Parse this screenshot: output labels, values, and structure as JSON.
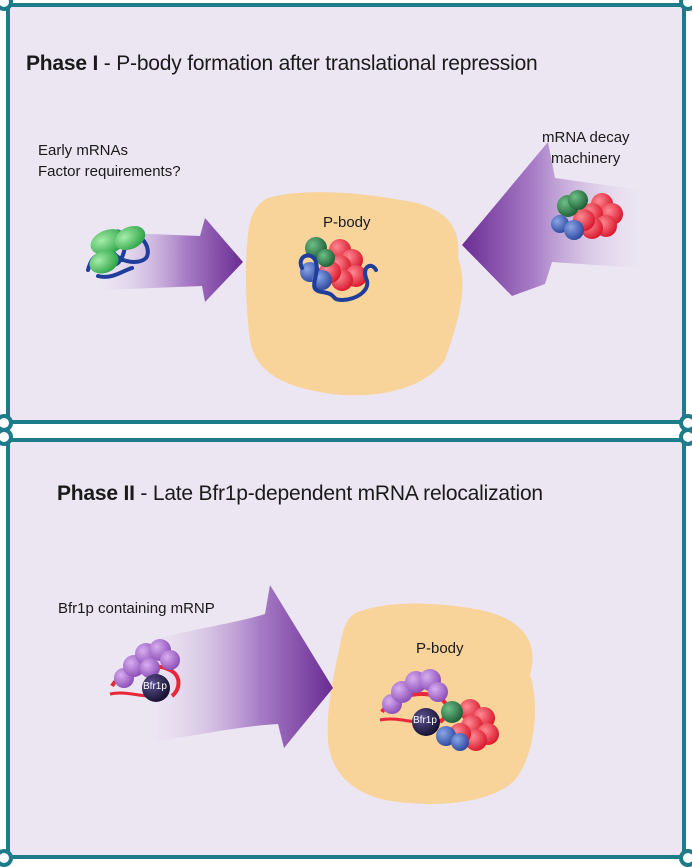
{
  "phase1": {
    "title_bold": "Phase I",
    "title_rest": " - P-body formation after translational repression",
    "early_line1": "Early mRNAs",
    "early_line2": "Factor requirements?",
    "decay_line1": "mRNA decay",
    "decay_line2": "machinery",
    "pbody_label": "P-body"
  },
  "phase2": {
    "title_bold": "Phase II",
    "title_rest": " - Late Bfr1p-dependent mRNA relocalization",
    "mrnp_label": "Bfr1p containing mRNP",
    "pbody_label": "P-body",
    "bfr1p_label_left": "Bfr1p",
    "bfr1p_label_pbody": "Bfr1p"
  },
  "colors": {
    "panel_bg": "#ece5f2",
    "border": "#1d7b8a",
    "pbody": "#f8d39a",
    "arrow": "#7b3fa0",
    "rna": "#1f3d9a",
    "red_protein": "#e8283a",
    "green_protein": "#2a7a4a",
    "blue_protein": "#3d5bb5",
    "bfr1p": "#2a1f4a",
    "purple_protein": "#a064c8",
    "light_green": "#4cc45a"
  }
}
